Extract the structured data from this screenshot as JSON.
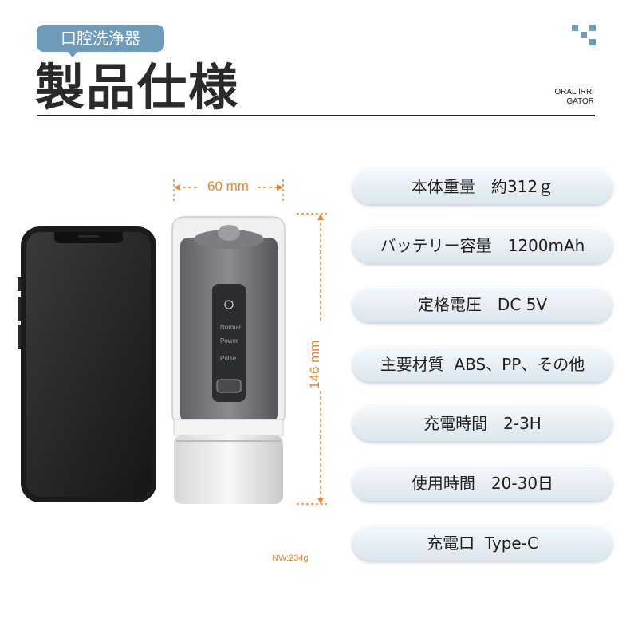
{
  "header": {
    "badge": "口腔洗浄器",
    "title": "製品仕様",
    "side_label_line1": "ORAL IRRI",
    "side_label_line2": "GATOR",
    "accent_color": "#6f9bbb"
  },
  "illustration": {
    "width_label": "60 mm",
    "height_label": "146 mm",
    "weight_label": "NW:234g",
    "device_buttons": [
      "Normal",
      "Power",
      "Pulse"
    ],
    "dimension_color": "#e8852a"
  },
  "specs": [
    {
      "text": "本体重量　約312ｇ"
    },
    {
      "text": "バッテリー容量　1200mAh"
    },
    {
      "text": "定格電圧　DC 5V"
    },
    {
      "text": "主要材質  ABS、PP、その他"
    },
    {
      "text": "充電時間　2-3H"
    },
    {
      "text": "使用時間　20-30日"
    },
    {
      "text": "充電口  Type-C"
    }
  ]
}
